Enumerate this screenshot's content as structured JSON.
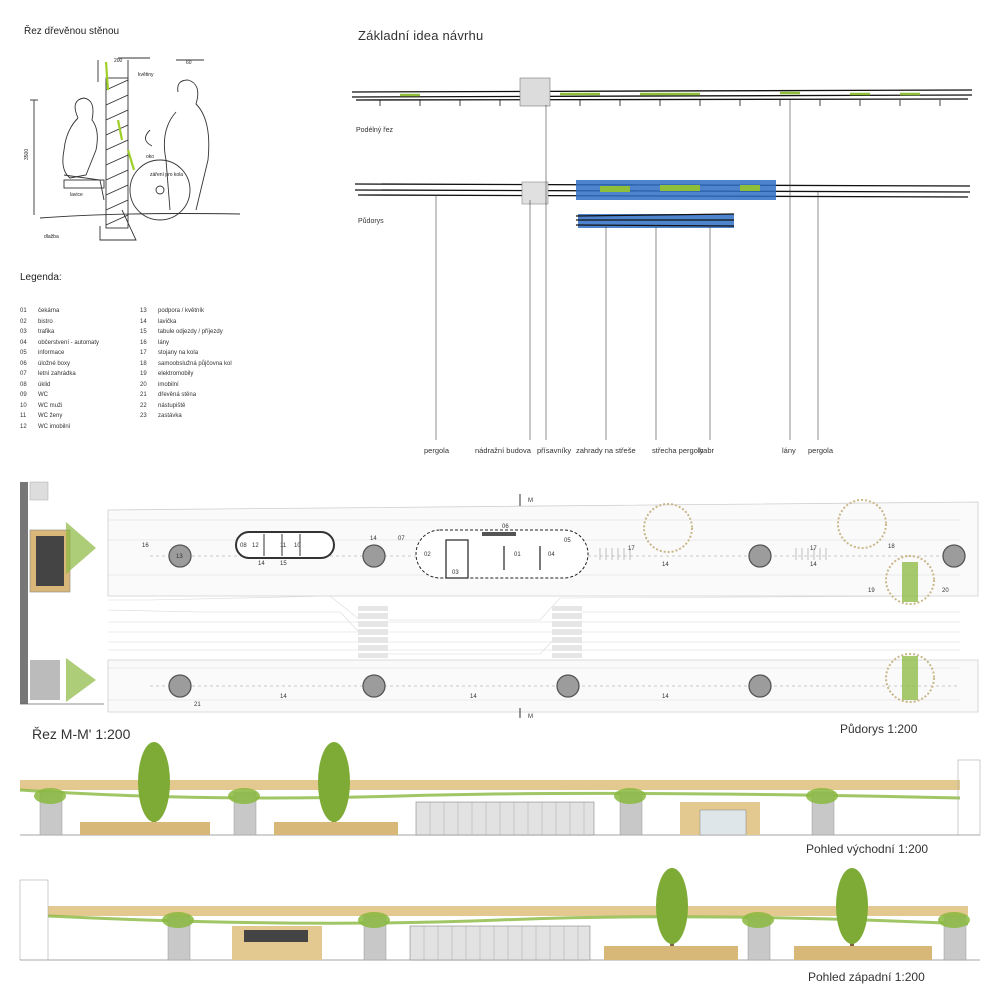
{
  "sketch": {
    "title": "Řez dřevěnou stěnou",
    "labels": [
      "200",
      "60",
      "květiny",
      "oko",
      "záření pro kola",
      "lavice",
      "dlažba",
      "3500"
    ]
  },
  "concept": {
    "title": "Základní idea návrhu",
    "section_label": "Podélný řez",
    "plan_label": "Půdorys",
    "callouts": [
      "pergola",
      "nádražní budova",
      "přísavníky",
      "zahrady na střeše",
      "střecha pergoly",
      "habr",
      "lány",
      "pergola"
    ]
  },
  "legend": {
    "title": "Legenda:",
    "col1": [
      {
        "num": "01",
        "label": "čekárna"
      },
      {
        "num": "02",
        "label": "bistro"
      },
      {
        "num": "03",
        "label": "trafika"
      },
      {
        "num": "04",
        "label": "občerstvení - automaty"
      },
      {
        "num": "05",
        "label": "informace"
      },
      {
        "num": "06",
        "label": "úložné boxy"
      },
      {
        "num": "07",
        "label": "letní zahrádka"
      },
      {
        "num": "08",
        "label": "úklid"
      },
      {
        "num": "09",
        "label": "WC"
      },
      {
        "num": "10",
        "label": "WC muži"
      },
      {
        "num": "11",
        "label": "WC ženy"
      },
      {
        "num": "12",
        "label": "WC imobilní"
      }
    ],
    "col2": [
      {
        "num": "13",
        "label": "podpora / květník"
      },
      {
        "num": "14",
        "label": "lavička"
      },
      {
        "num": "15",
        "label": "tabule odjezdy / příjezdy"
      },
      {
        "num": "16",
        "label": "lány"
      },
      {
        "num": "17",
        "label": "stojany na kola"
      },
      {
        "num": "18",
        "label": "samoobslužná půjčovna kol"
      },
      {
        "num": "19",
        "label": "elektromobily"
      },
      {
        "num": "20",
        "label": "imobilní"
      },
      {
        "num": "21",
        "label": "dřevěná stěna"
      },
      {
        "num": "22",
        "label": "nástupiště"
      },
      {
        "num": "23",
        "label": "zastávka"
      }
    ]
  },
  "plan": {
    "section_title": "Řez M-M' 1:200",
    "plan_title": "Půdorys 1:200",
    "cut_label": "M",
    "numbers": [
      "16",
      "13",
      "08",
      "12",
      "11",
      "10",
      "14",
      "15",
      "14",
      "07",
      "02",
      "03",
      "01",
      "04",
      "05",
      "06",
      "17",
      "14",
      "17",
      "14",
      "18",
      "19",
      "20",
      "21",
      "14",
      "14",
      "14"
    ]
  },
  "elevations": {
    "east_title": "Pohled východní 1:200",
    "west_title": "Pohled západní 1:200"
  },
  "colors": {
    "wood": "#e3c98f",
    "green": "#8ab83e",
    "blue": "#2f6fc4",
    "line": "#bbbbbb"
  }
}
